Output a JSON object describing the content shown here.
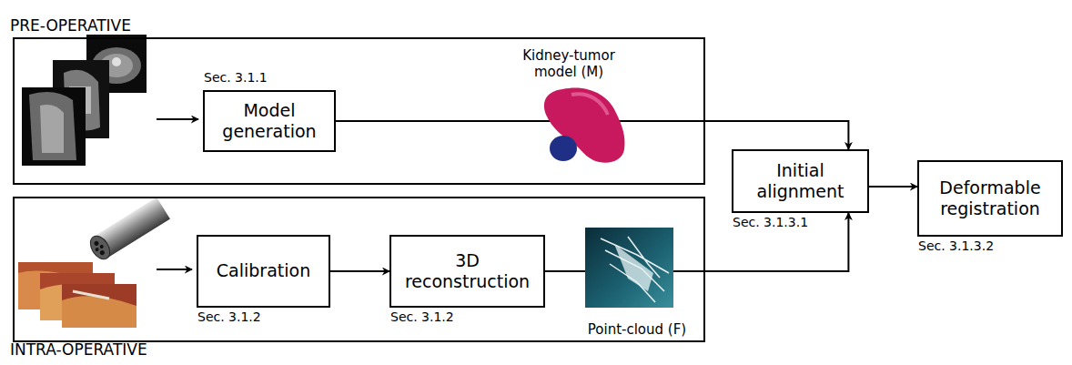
{
  "diagram": {
    "nodes": [
      {
        "text": [
          "PRE-OPERATIVE"
        ]
      },
      {
        "text": [
          "Model generation",
          "Sec. 3.1.1"
        ],
        "in": 0
      },
      {
        "text": [
          "INTRA-OPERATIVE"
        ]
      },
      {
        "text": [
          "Calibration",
          "Sec. 3.1.2"
        ],
        "in": 2
      },
      {
        "text": [
          "3D reconstruction",
          "Sec. 3.1.2"
        ],
        "in": 2
      },
      {
        "text": [
          "Initial alignment",
          "Sec. 3.1.3.1"
        ]
      },
      {
        "text": [
          "Deformable registration",
          "Sec. 3.1.3.2"
        ]
      }
    ],
    "edges": [
      {
        "from": 1,
        "to": 5,
        "arrow": "to"
      },
      {
        "from": 3,
        "to": 4,
        "arrow": "to"
      },
      {
        "from": 4,
        "to": 5,
        "arrow": "to"
      },
      {
        "from": 5,
        "to": 6,
        "arrow": "to"
      }
    ],
    "labels": [
      "Kidney-tumor model (M)",
      "Point-cloud (F)"
    ]
  }
}
